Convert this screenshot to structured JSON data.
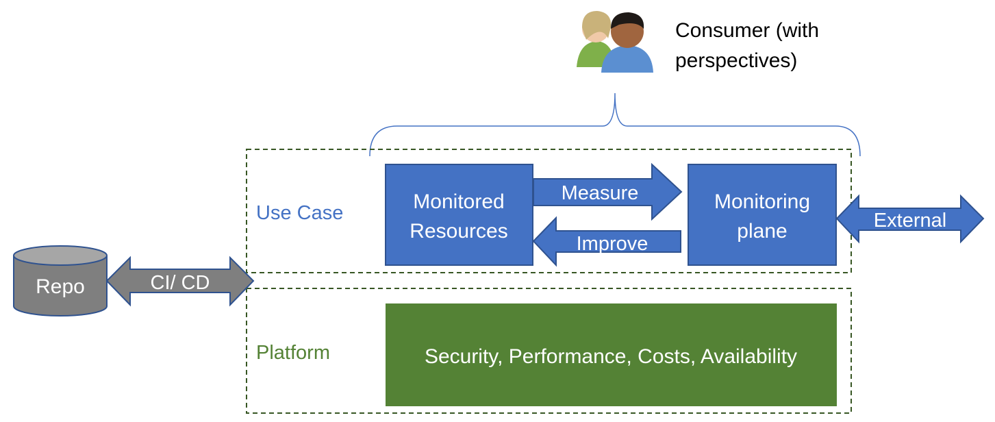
{
  "consumer": {
    "label_line1": "Consumer (with",
    "label_line2": "perspectives)",
    "icon": "users-icon"
  },
  "layers": {
    "use_case": "Use Case",
    "platform": "Platform"
  },
  "boxes": {
    "monitored_line1": "Monitored",
    "monitored_line2": "Resources",
    "monitoring_line1": "Monitoring",
    "monitoring_line2": "plane",
    "platform_concerns": "Security, Performance, Costs, Availability"
  },
  "arrows": {
    "measure": "Measure",
    "improve": "Improve",
    "external": "External",
    "cicd": "CI/ CD"
  },
  "repo": {
    "label": "Repo"
  },
  "colors": {
    "blue_box": "#4472c4",
    "blue_border": "#2f528f",
    "green_box": "#548235",
    "gray": "#7f7f7f",
    "use_case_text": "#4472c4",
    "platform_text": "#548235",
    "dashed_border": "#375623"
  }
}
